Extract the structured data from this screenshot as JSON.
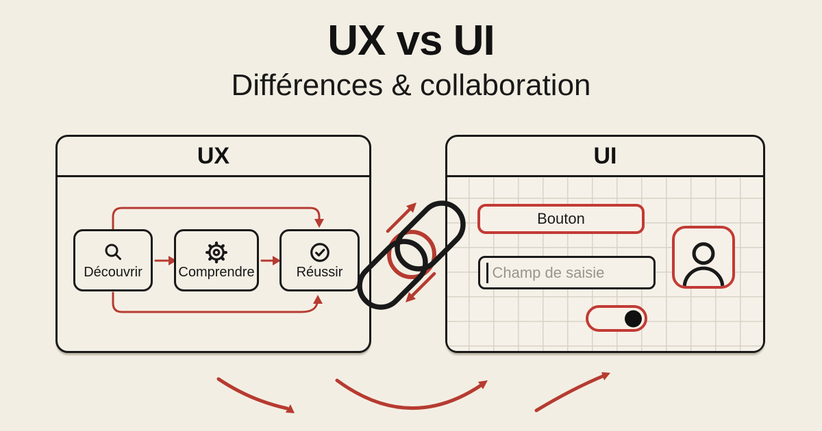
{
  "title": "UX vs UI",
  "subtitle": "Différences & collaboration",
  "colors": {
    "background": "#f3eee3",
    "ink": "#191919",
    "accent_red": "#b63b31",
    "widget_red": "#c23b35",
    "grid_line": "#d8d2c6",
    "placeholder": "#9a948a"
  },
  "ux_panel": {
    "title": "UX",
    "steps": [
      {
        "label": "Découvrir",
        "icon": "search-icon"
      },
      {
        "label": "Comprendre",
        "icon": "gear-icon"
      },
      {
        "label": "Réussir",
        "icon": "check-circle-icon"
      }
    ]
  },
  "ui_panel": {
    "title": "UI",
    "button_label": "Bouton",
    "input_placeholder": "Champ de saisie",
    "toggle_state": "on",
    "avatar_icon": "user-icon"
  },
  "connector": {
    "icon": "chain-link-icon",
    "arrows": [
      "up-right-arrow",
      "down-left-arrow"
    ]
  }
}
